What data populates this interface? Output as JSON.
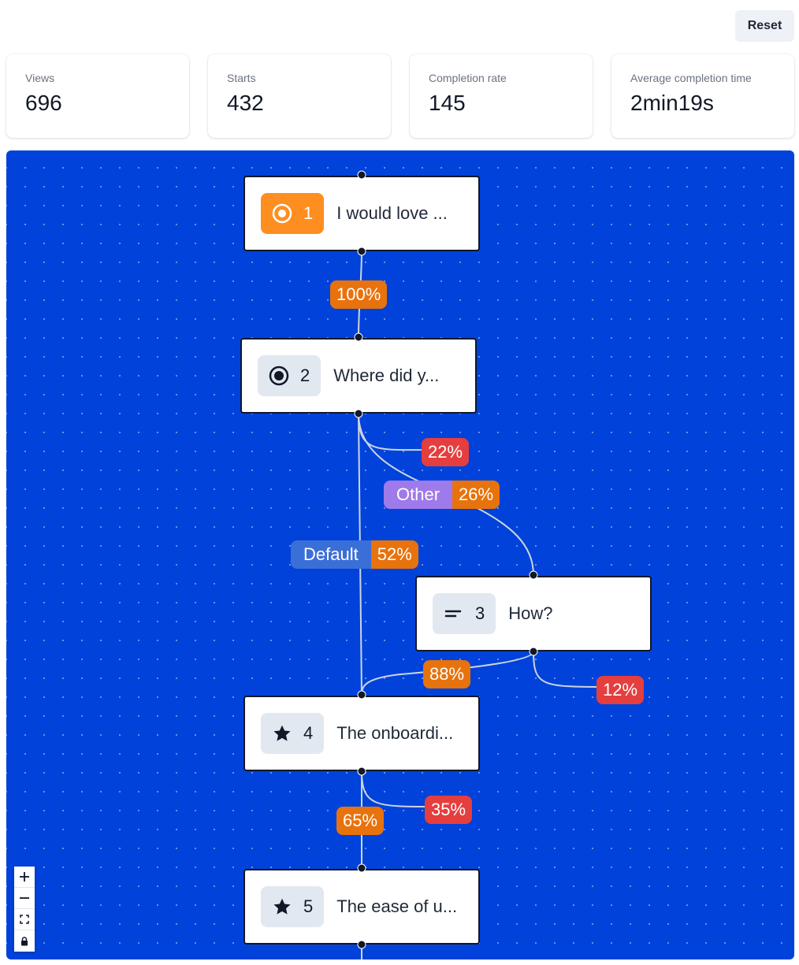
{
  "toolbar": {
    "reset_label": "Reset"
  },
  "stats": [
    {
      "label": "Views",
      "value": "696"
    },
    {
      "label": "Starts",
      "value": "432"
    },
    {
      "label": "Completion rate",
      "value": "145"
    },
    {
      "label": "Average completion time",
      "value": "2min19s"
    }
  ],
  "colors": {
    "canvas": "#0042da",
    "accent_orange": "#ff8e20",
    "percent": "#e8720c",
    "dropoff": "#e53e3e",
    "other_label": "#9f7aea",
    "default_label": "#3b6fd8"
  },
  "nodes": [
    {
      "number": "1",
      "title": "I would love ...",
      "icon": "radio-circle-icon"
    },
    {
      "number": "2",
      "title": "Where did y...",
      "icon": "radio-dot-icon"
    },
    {
      "number": "3",
      "title": "How?",
      "icon": "text-lines-icon"
    },
    {
      "number": "4",
      "title": "The onboardi...",
      "icon": "star-icon"
    },
    {
      "number": "5",
      "title": "The ease of u...",
      "icon": "star-icon"
    }
  ],
  "edges": {
    "e1_2": "100%",
    "e2_drop": "22%",
    "e2_other_label": "Other",
    "e2_other": "26%",
    "e2_default_label": "Default",
    "e2_default": "52%",
    "e3_4": "88%",
    "e3_drop": "12%",
    "e4_5": "65%",
    "e4_drop": "35%"
  },
  "zoom_controls": [
    "zoom-in",
    "zoom-out",
    "fit-view",
    "lock"
  ]
}
